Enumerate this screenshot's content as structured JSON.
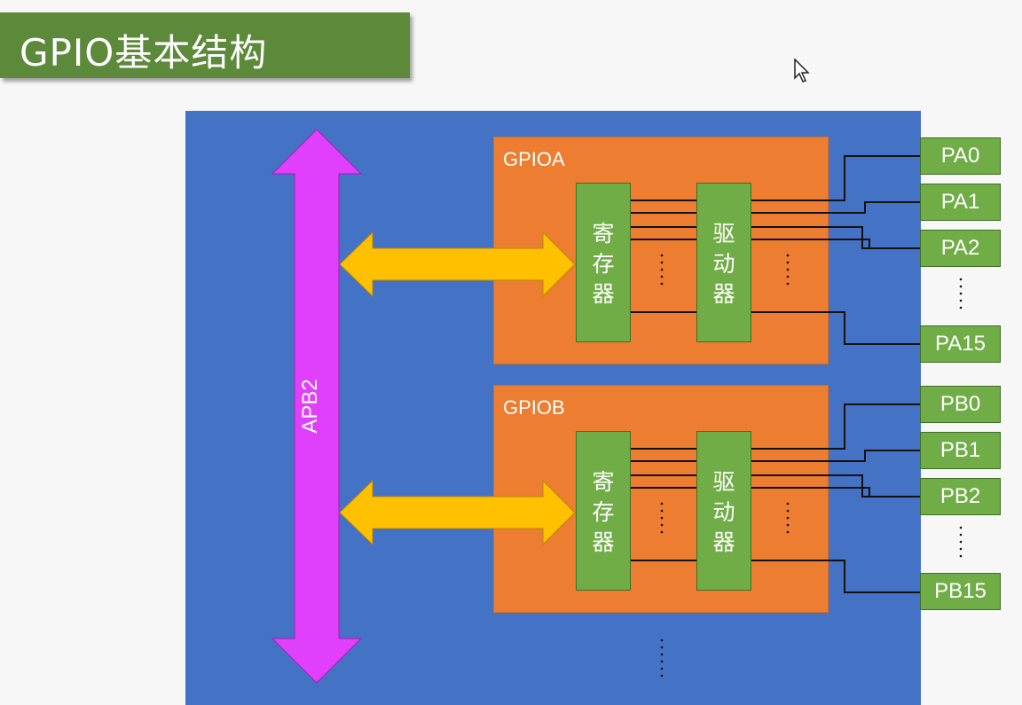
{
  "slide": {
    "title": "GPIO基本结构"
  },
  "bus": {
    "label": "APB2"
  },
  "gpio_a": {
    "name": "GPIOA",
    "register_label": "寄存器",
    "driver_label": "驱动器",
    "pins": [
      "PA0",
      "PA1",
      "PA2",
      "PA15"
    ]
  },
  "gpio_b": {
    "name": "GPIOB",
    "register_label": "寄存器",
    "driver_label": "驱动器",
    "pins": [
      "PB0",
      "PB1",
      "PB2",
      "PB15"
    ]
  },
  "colors": {
    "title_bar": "#5c8a3a",
    "mcu": "#4472c4",
    "gpio": "#ed7d31",
    "cell": "#70ad47",
    "bus_arrow": "#e040fb",
    "data_arrow": "#ffc000"
  }
}
